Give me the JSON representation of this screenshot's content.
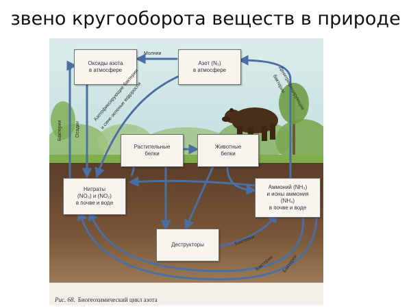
{
  "slide": {
    "title": "звено кругооборота веществ в природе"
  },
  "diagram": {
    "boxes": {
      "nitrogen_oxides": {
        "line1": "Оксиды азота",
        "line2": "в атмосфере"
      },
      "nitrogen_atm": {
        "line1": "Азот (N₂)",
        "line2": "в атмосфере"
      },
      "plant_proteins": {
        "line1": "Растительные",
        "line2": "белки"
      },
      "animal_proteins": {
        "line1": "Животные",
        "line2": "белки"
      },
      "nitrates": {
        "line1": "Нитраты",
        "line2": "(NO₃) и (NO₂)",
        "line3": "в почве и воде"
      },
      "ammonium": {
        "line1": "Аммоний (NH₃)",
        "line2": "и ионы аммония",
        "line3": "(NH₄)",
        "line4": "в почве и воде"
      },
      "destructors": {
        "line1": "Деструкторы"
      }
    },
    "labels": {
      "lightning": "Молнии",
      "fixing_bacteria": "Азотофиксирующие бактерии",
      "blue_green_algae": "и сине-зеленые водоросли",
      "denitrifying": "Денитрифицирующие",
      "denitrifying_bacteria": "бактерии",
      "bacteria_left": "Бактерии",
      "precipitation": "Осадки",
      "bacteria_low1": "Бактерии",
      "bacteria_low2": "Бактерии",
      "bacteria_low3": "Бактерии"
    },
    "caption": {
      "fig": "Рис. 68.",
      "text": "Биогеохимический цикл азота"
    },
    "colors": {
      "sky": "#cfe2e4",
      "soil": "#6a4a32",
      "arrow": "#4c6fa3",
      "grass": "#7fae4a"
    },
    "icons": {
      "animal": "bear-icon"
    }
  }
}
